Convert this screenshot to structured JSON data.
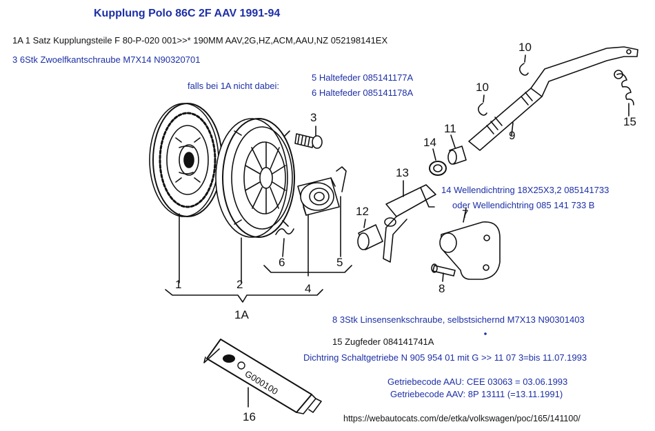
{
  "title": "Kupplung Polo 86C 2F AAV 1991-94",
  "notes": {
    "line_1a": "1A 1 Satz Kupplungsteile F 80-P-020 001>>* 190MM AAV,2G,HZ,ACM,AAU,NZ 052198141EX",
    "line_3": "3 6Stk Zwoelfkantschraube M7X14 N90320701",
    "falls_label": "falls bei 1A nicht dabei:",
    "line_5": "5 Haltefeder 085141177A",
    "line_6": "6 Haltefeder 085141178A",
    "line_14a": "14 Wellendichtring 18X25X3,2 085141733",
    "line_14b": "oder Wellendichtring 085 141 733 B",
    "line_8": "8 3Stk Linsensenkschraube, selbstsichernd M7X13 N90301403",
    "line_15": "15 Zugfeder 084141741A",
    "line_dichtring": "Dichtring Schaltgetriebe N 905 954 01 mit G >> 11 07 3=bis 11.07.1993",
    "line_code_aau": "Getriebecode AAU: CEE 03063 = 03.06.1993",
    "line_code_aav": "Getriebecode AAV: 8P 13111 (=13.11.1991)",
    "url": "https://webautocats.com/de/etka/volkswagen/poc/165/141100/"
  },
  "callouts": {
    "c1": "1",
    "c2": "2",
    "c1a": "1A",
    "c3": "3",
    "c4": "4",
    "c5": "5",
    "c6": "6",
    "c7": "7",
    "c8": "8",
    "c9": "9",
    "c10a": "10",
    "c10b": "10",
    "c11": "11",
    "c12": "12",
    "c13": "13",
    "c14": "14",
    "c15": "15",
    "c16": "16"
  },
  "tube_label": "G000100",
  "colors": {
    "note_blue": "#1c2fa6",
    "ink": "#111111"
  }
}
